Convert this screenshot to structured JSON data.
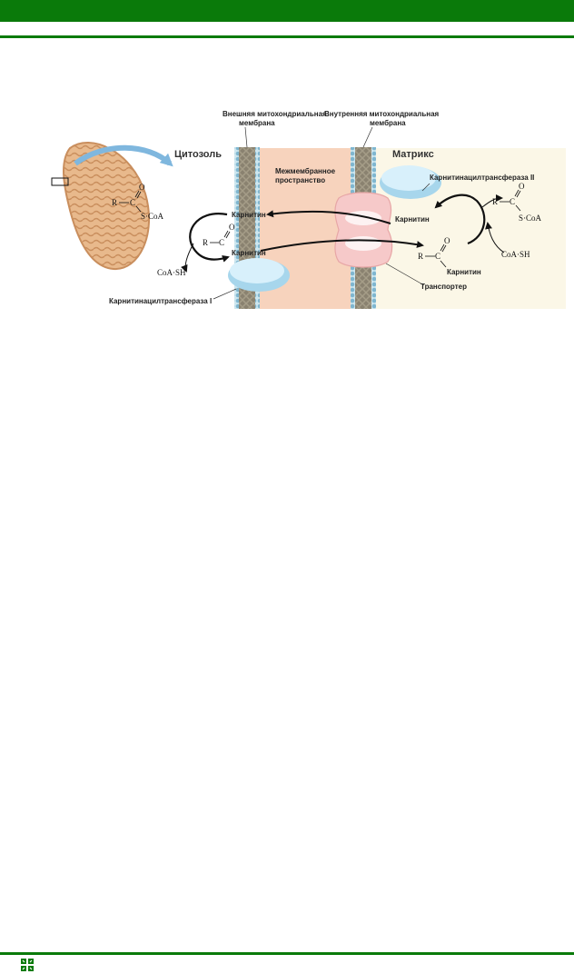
{
  "figure": {
    "outer_membrane": "Внешняя митохондриальная мембрана",
    "outer_membrane_l1": "Внешняя митохондриальная",
    "outer_membrane_l2": "мембрана",
    "inner_membrane_l1": "Внутренняя митохондриальная",
    "inner_membrane_l2": "мембрана",
    "cytosol": "Цитозоль",
    "intermembrane_l1": "Межмембранное",
    "intermembrane_l2": "пространство",
    "matrix": "Матрикс",
    "cat2": "Карнитинацилтрансфераза II",
    "cat1": "Карнитинацилтрансфераза I",
    "carnitine": "Карнитин",
    "transporter": "Транспортер",
    "r_group": "R",
    "c_atom": "C",
    "o_atom": "O",
    "scoa": "S·CoA",
    "coash": "CoA·SH"
  },
  "colors": {
    "header_green": "#0a7a0a",
    "intermembrane": "#f7d3bd",
    "matrix": "#fbf7e7",
    "transporter": "#f6c9c9",
    "enzyme": "#bfe3f3",
    "mitochondrion": "#e8b98c"
  }
}
